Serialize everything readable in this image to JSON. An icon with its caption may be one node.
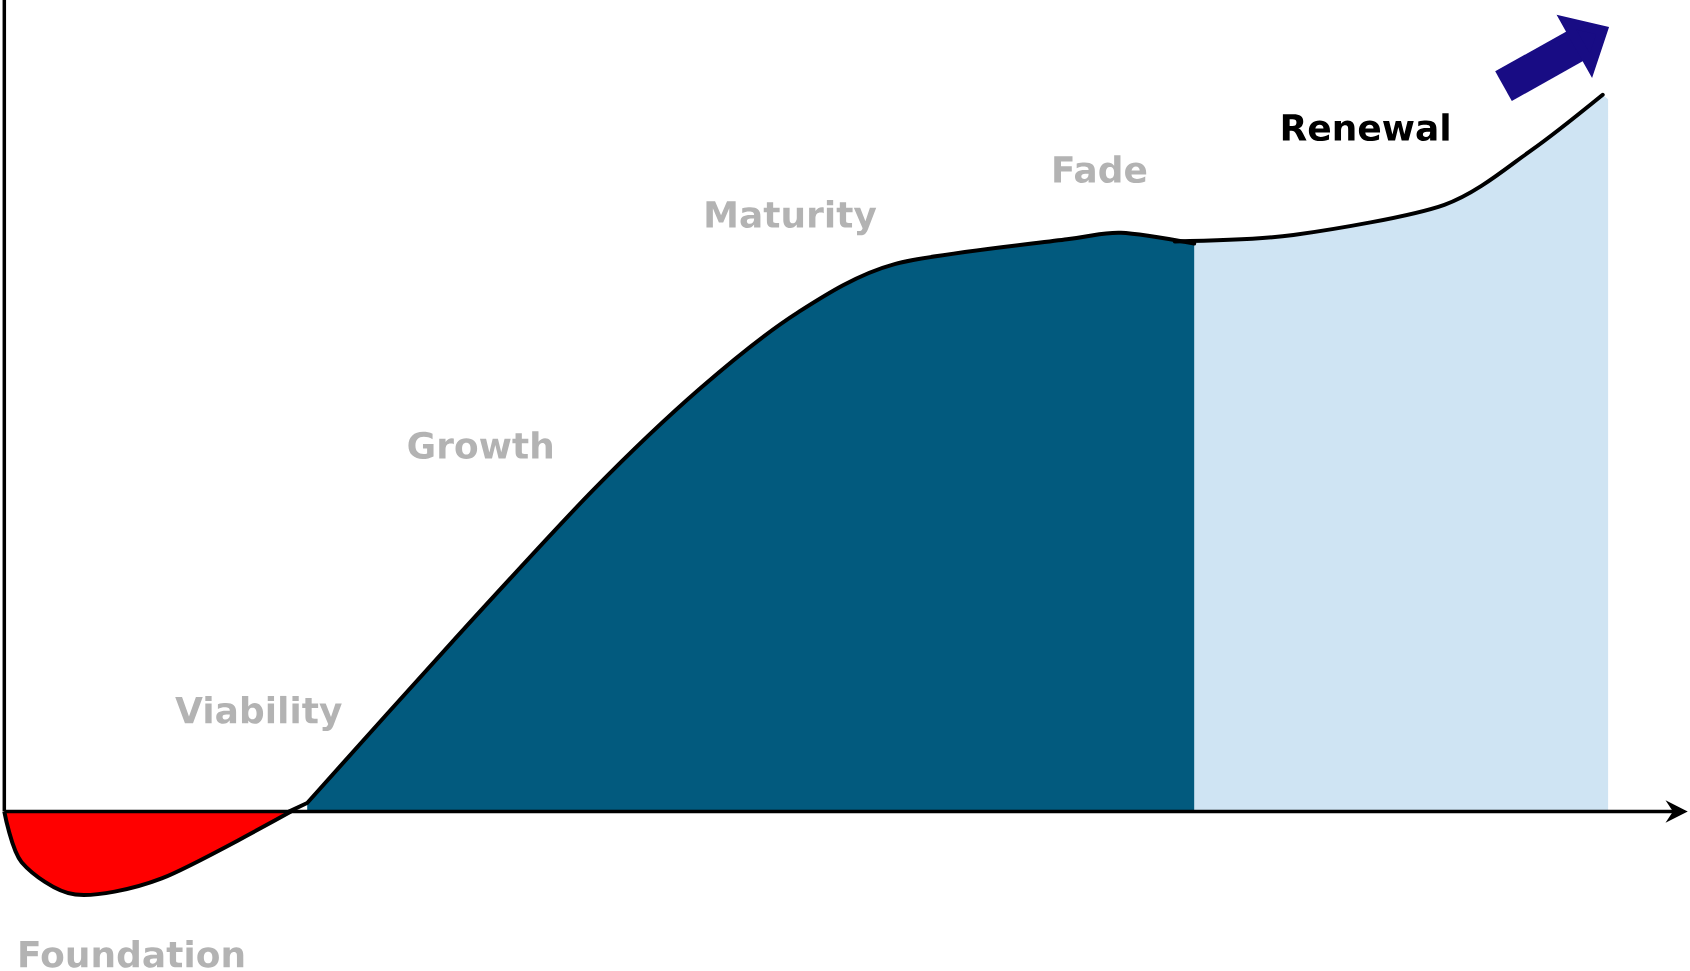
{
  "diagram": {
    "labels": [
      "Renewal",
      "Fade",
      "Maturity",
      "Growth",
      "Viability",
      "Foundation"
    ]
  }
}
